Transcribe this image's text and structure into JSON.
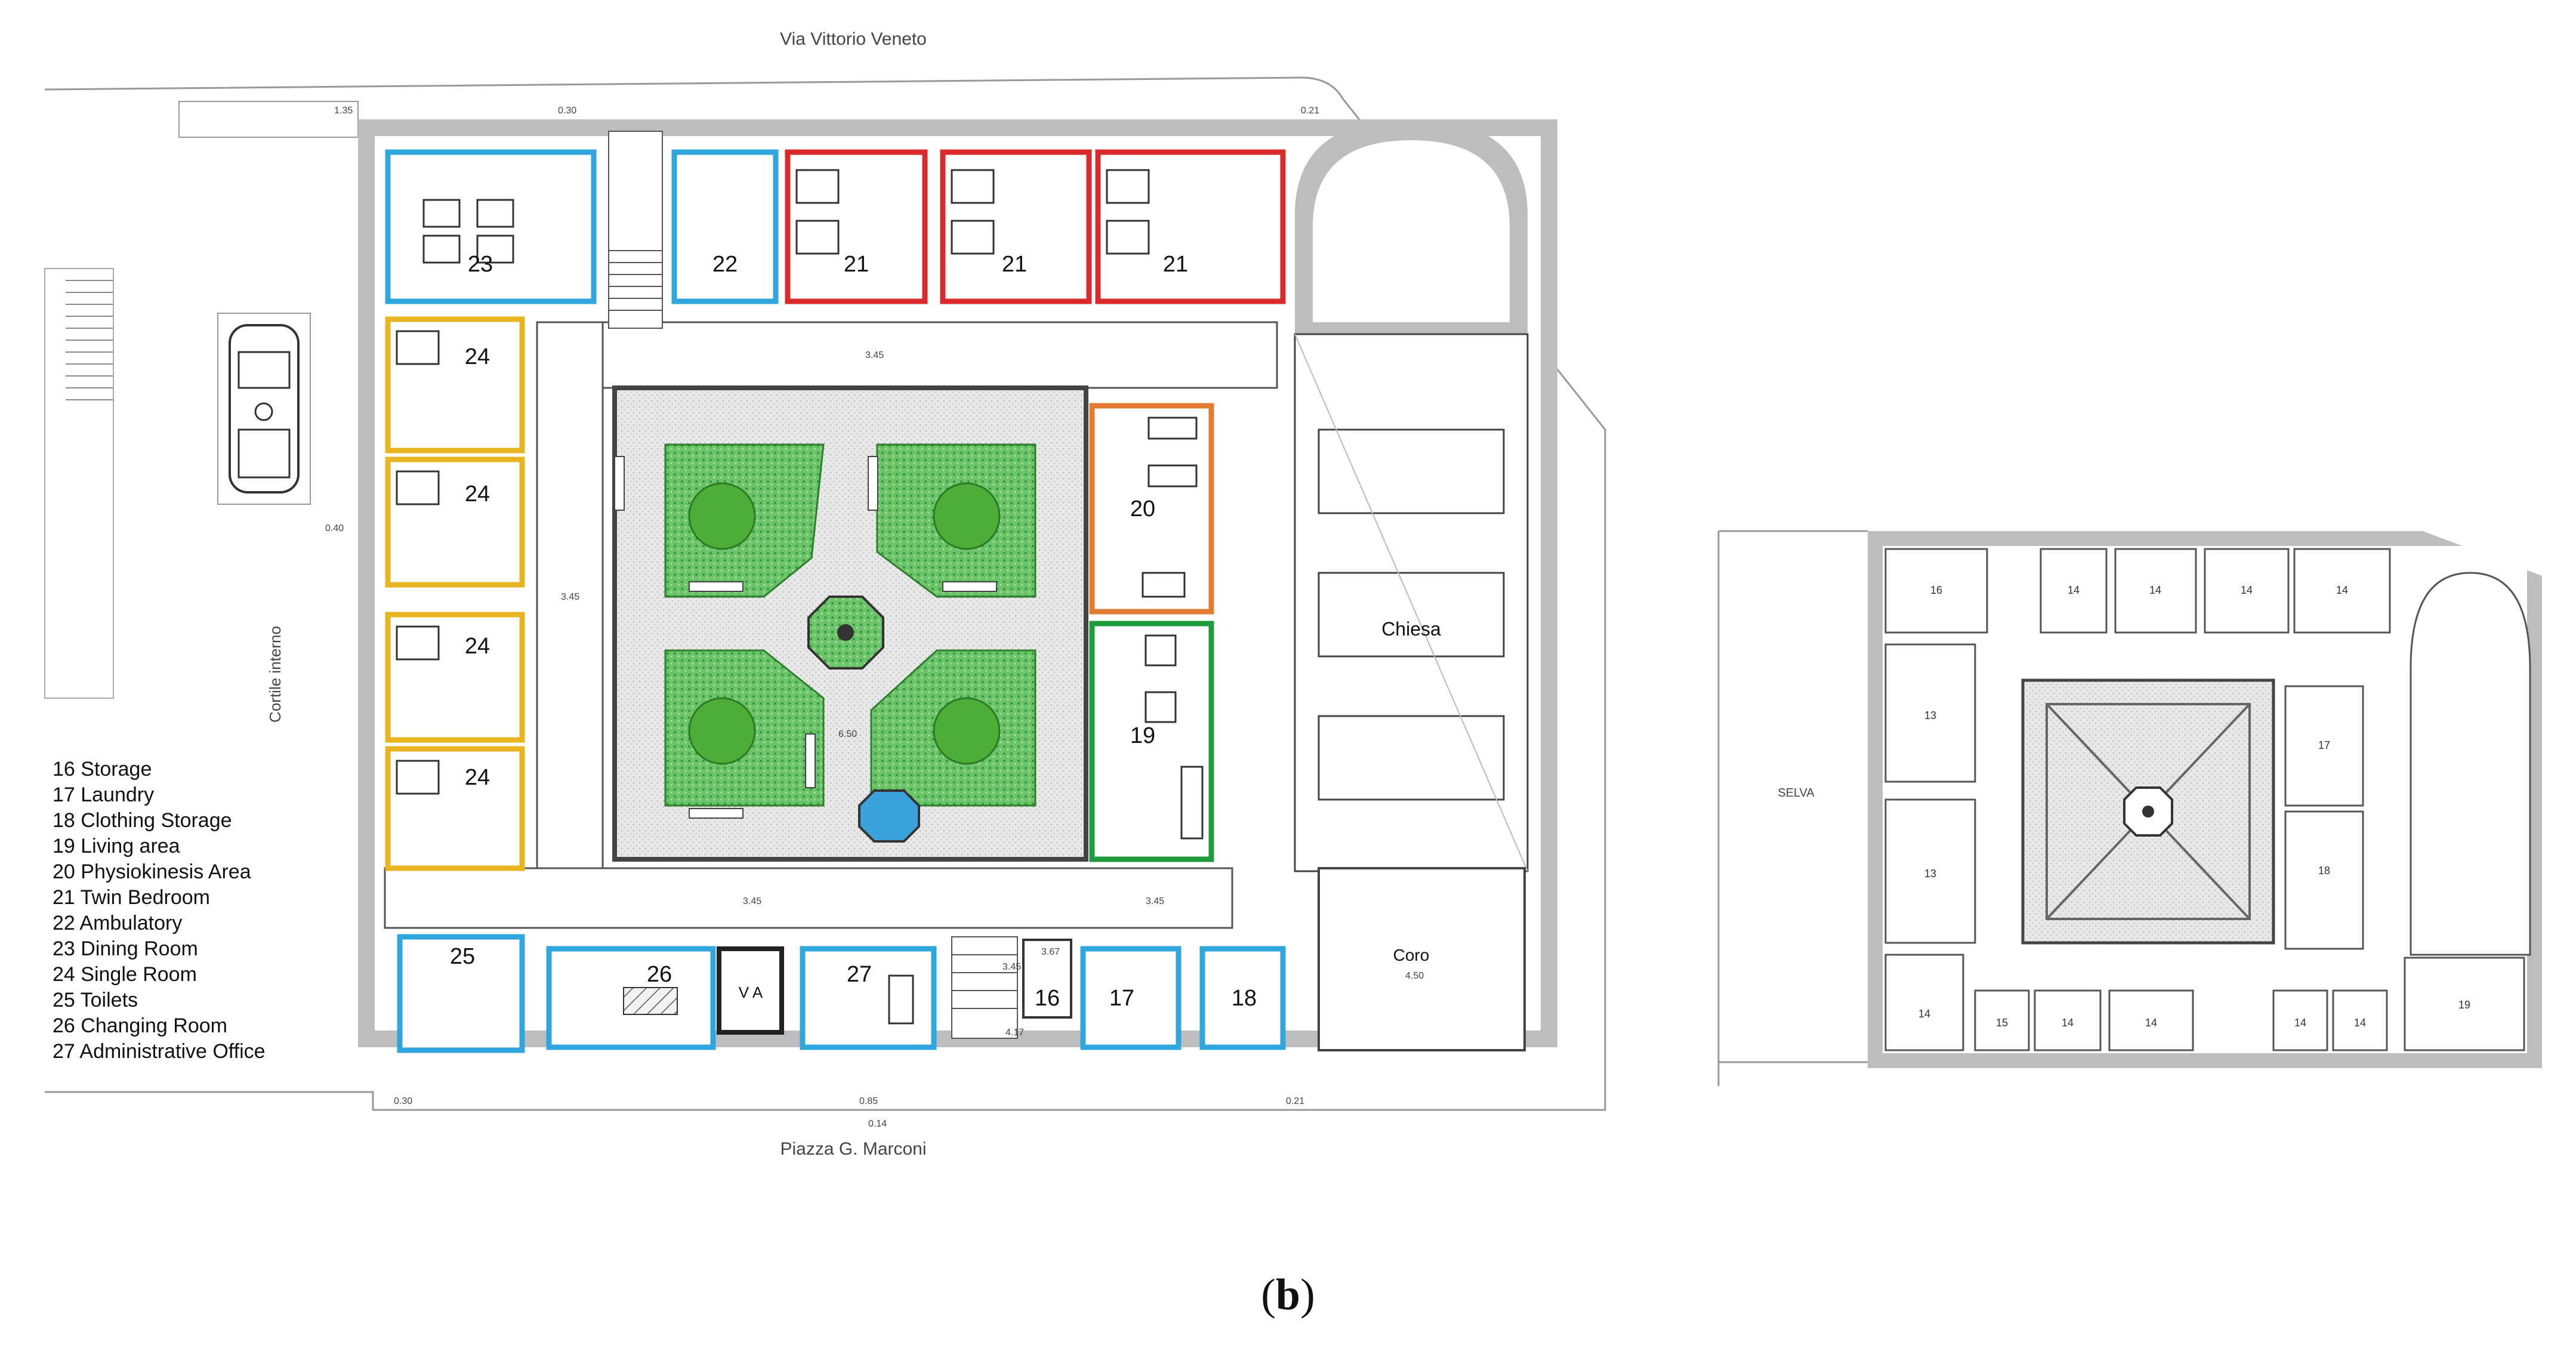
{
  "streets": {
    "top": "Via Vittorio Veneto",
    "bottom": "Piazza G. Marconi",
    "side": "Cortile interno",
    "right_plan": "SELVA"
  },
  "legend": [
    "16 Storage",
    "17 Laundry",
    "18 Clothing Storage",
    "19 Living area",
    "20 Physiokinesis Area",
    "21 Twin Bedroom",
    "22 Ambulatory",
    "23 Dining Room",
    "24 Single Room",
    "25 Toilets",
    "26 Changing Room",
    "27 Administrative Office"
  ],
  "rooms": {
    "r23": "23",
    "r22": "22",
    "r21a": "21",
    "r21b": "21",
    "r21c": "21",
    "r24a": "24",
    "r24b": "24",
    "r24c": "24",
    "r24d": "24",
    "r20": "20",
    "r19": "19",
    "r25": "25",
    "r26": "26",
    "r27": "27",
    "r16": "16",
    "r17": "17",
    "r18": "18",
    "va": "V A",
    "chiesa": "Chiesa",
    "coro": "Coro"
  },
  "elevations": {
    "e1": "3.45",
    "e2": "3.45",
    "e3": "3.45",
    "e4": "3.45",
    "e5": "3.45",
    "e6": "6.50",
    "e7": "4.50",
    "e8": "4.17",
    "e9": "3.67",
    "e10": "1.35",
    "e11": "0.30",
    "e12": "0.21",
    "e13": "0.40",
    "e14": "0.30",
    "e15": "0.85",
    "e16": "0.14",
    "e17": "0.21"
  },
  "right_rooms": {
    "a": "16",
    "b": "14",
    "c": "14",
    "d": "14",
    "e": "14",
    "f": "13",
    "g": "13",
    "h": "17",
    "i": "18",
    "j": "14",
    "k": "15",
    "l": "14",
    "m": "14",
    "n": "14",
    "o": "14",
    "p": "19"
  },
  "caption": {
    "open": "(",
    "letter": "b",
    "close": ")"
  },
  "colors": {
    "blue": "#2fa7de",
    "red": "#d92b2b",
    "yellow": "#e8b420",
    "orange": "#e37c33",
    "green_frame": "#1f9a3c",
    "wall": "#bdbdbd",
    "greenery": "#3daa3c"
  }
}
